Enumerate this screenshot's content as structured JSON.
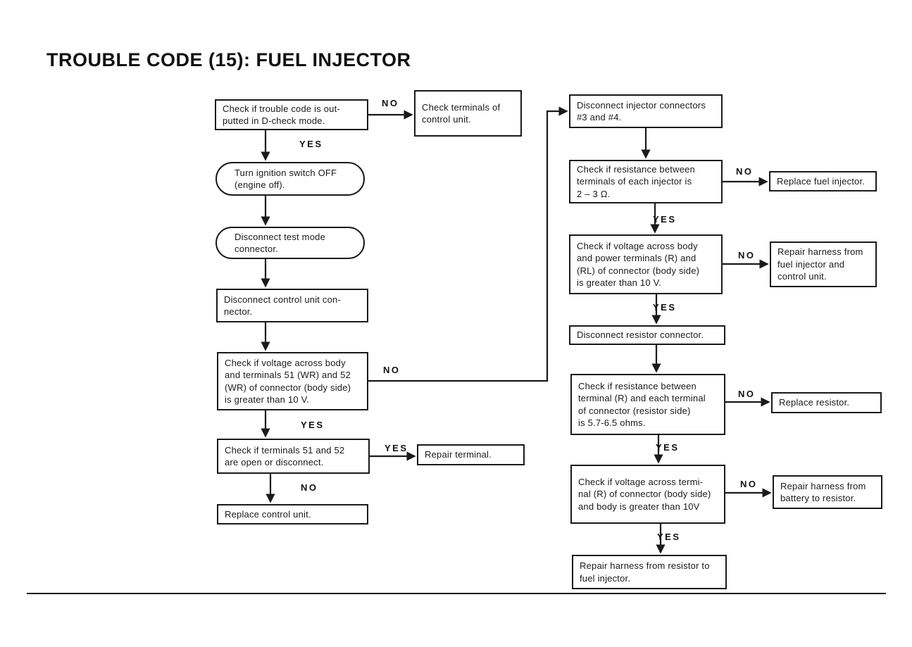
{
  "title": "TROUBLE CODE (15): FUEL INJECTOR",
  "colors": {
    "ink": "#1a1a1a",
    "paper": "#ffffff"
  },
  "labels": {
    "yes": "YES",
    "no": "NO"
  },
  "nodes": {
    "check_dcheck": {
      "shape": "rect",
      "text": "Check if trouble code is out-\nputted in D-check mode."
    },
    "check_terminals_cu": {
      "shape": "rect",
      "text": "Check terminals of\ncontrol unit."
    },
    "ignition_off": {
      "shape": "stadium",
      "text": "Turn ignition switch OFF\n(engine off)."
    },
    "disc_test_mode": {
      "shape": "stadium",
      "text": "Disconnect test mode\nconnector."
    },
    "disc_cu_conn": {
      "shape": "rect",
      "text": "Disconnect control unit con-\nnector."
    },
    "check_v_5152": {
      "shape": "rect",
      "text": "Check if voltage across body\nand terminals 51 (WR) and 52\n(WR) of connector (body side)\nis greater than 10 V."
    },
    "check_5152_open": {
      "shape": "rect",
      "text": "Check if terminals 51 and 52\nare open or disconnect."
    },
    "repair_terminal": {
      "shape": "rect",
      "text": "Repair terminal."
    },
    "replace_cu": {
      "shape": "rect",
      "text": "Replace control unit."
    },
    "disc_injector": {
      "shape": "rect",
      "text": "Disconnect injector connectors\n#3 and #4."
    },
    "check_inj_res": {
      "shape": "rect",
      "text": "Check if resistance between\nterminals of each injector is\n2 – 3 Ω."
    },
    "replace_injector": {
      "shape": "rect",
      "text": "Replace fuel injector."
    },
    "check_v_power": {
      "shape": "rect",
      "text": "Check if voltage across body\nand power terminals (R) and\n(RL) of connector (body side)\nis greater than 10 V."
    },
    "repair_h_inj_cu": {
      "shape": "rect",
      "text": "Repair harness from\nfuel injector and\ncontrol unit."
    },
    "disc_resistor": {
      "shape": "rect",
      "text": "Disconnect resistor connector."
    },
    "check_res_res": {
      "shape": "rect",
      "text": "Check if resistance between\nterminal (R) and each terminal\nof connector (resistor side)\nis 5.7-6.5 ohms."
    },
    "replace_resistor": {
      "shape": "rect",
      "text": "Replace resistor."
    },
    "check_v_term_r": {
      "shape": "rect",
      "text": "Check if voltage across termi-\nnal (R) of connector (body side)\nand body is greater than 10V"
    },
    "repair_h_batt_res": {
      "shape": "rect",
      "text": "Repair harness from\nbattery to resistor."
    },
    "repair_h_res_inj": {
      "shape": "rect",
      "text": "Repair harness from resistor to\nfuel injector."
    }
  },
  "edges": [
    {
      "from": "check_dcheck",
      "to": "check_terminals_cu",
      "label": "NO"
    },
    {
      "from": "check_dcheck",
      "to": "ignition_off",
      "label": "YES"
    },
    {
      "from": "ignition_off",
      "to": "disc_test_mode",
      "label": ""
    },
    {
      "from": "disc_test_mode",
      "to": "disc_cu_conn",
      "label": ""
    },
    {
      "from": "disc_cu_conn",
      "to": "check_v_5152",
      "label": ""
    },
    {
      "from": "check_v_5152",
      "to": "check_5152_open",
      "label": "YES"
    },
    {
      "from": "check_v_5152",
      "to": "disc_injector",
      "label": "NO"
    },
    {
      "from": "check_5152_open",
      "to": "repair_terminal",
      "label": "YES"
    },
    {
      "from": "check_5152_open",
      "to": "replace_cu",
      "label": "NO"
    },
    {
      "from": "disc_injector",
      "to": "check_inj_res",
      "label": ""
    },
    {
      "from": "check_inj_res",
      "to": "replace_injector",
      "label": "NO"
    },
    {
      "from": "check_inj_res",
      "to": "check_v_power",
      "label": "YES"
    },
    {
      "from": "check_v_power",
      "to": "repair_h_inj_cu",
      "label": "NO"
    },
    {
      "from": "check_v_power",
      "to": "disc_resistor",
      "label": "YES"
    },
    {
      "from": "disc_resistor",
      "to": "check_res_res",
      "label": ""
    },
    {
      "from": "check_res_res",
      "to": "replace_resistor",
      "label": "NO"
    },
    {
      "from": "check_res_res",
      "to": "check_v_term_r",
      "label": "YES"
    },
    {
      "from": "check_v_term_r",
      "to": "repair_h_batt_res",
      "label": "NO"
    },
    {
      "from": "check_v_term_r",
      "to": "repair_h_res_inj",
      "label": "YES"
    }
  ]
}
